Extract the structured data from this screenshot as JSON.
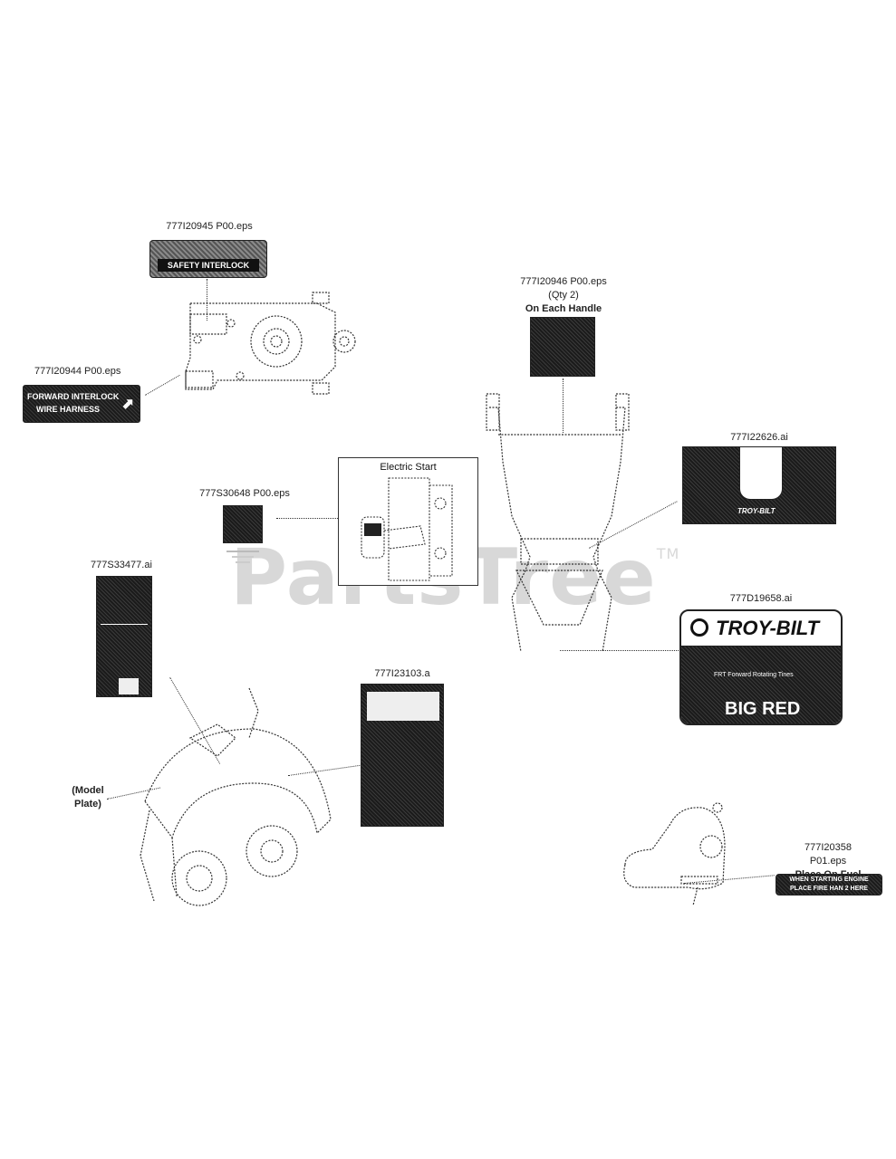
{
  "watermark": {
    "text": "PartsTree",
    "tm": "TM"
  },
  "labels": {
    "l1": "777I20945 P00.eps",
    "l2": "777I20944 P00.eps",
    "l3a": "777I20946 P00.eps",
    "l3b": "(Qty 2)",
    "l3c": "On Each Handle",
    "l4": "777I22626.ai",
    "l5": "777S30648 P00.eps",
    "l6": "777S33477.ai",
    "l7": "777I23103.a",
    "l8": "777D19658.ai",
    "l9a": "777I20358 P01.eps",
    "l9b": "Place On Fuel Tank",
    "model1": "(Model",
    "model2": "Plate)"
  },
  "decals": {
    "interlock_top": "SAFETY INTERLOCK",
    "interlock_side1": "FORWARD INTERLOCK",
    "interlock_side2": "WIRE HARNESS",
    "troybilt_small": "TROY-BILT",
    "troybilt_brand": "TROY-BILT",
    "frt": "FRT Forward Rotating Tines",
    "big_red": "BIG RED",
    "fuel1": "WHEN STARTING ENGINE",
    "fuel2": "PLACE FIRE HAN 2 HERE"
  },
  "inset": {
    "title": "Electric Start"
  }
}
